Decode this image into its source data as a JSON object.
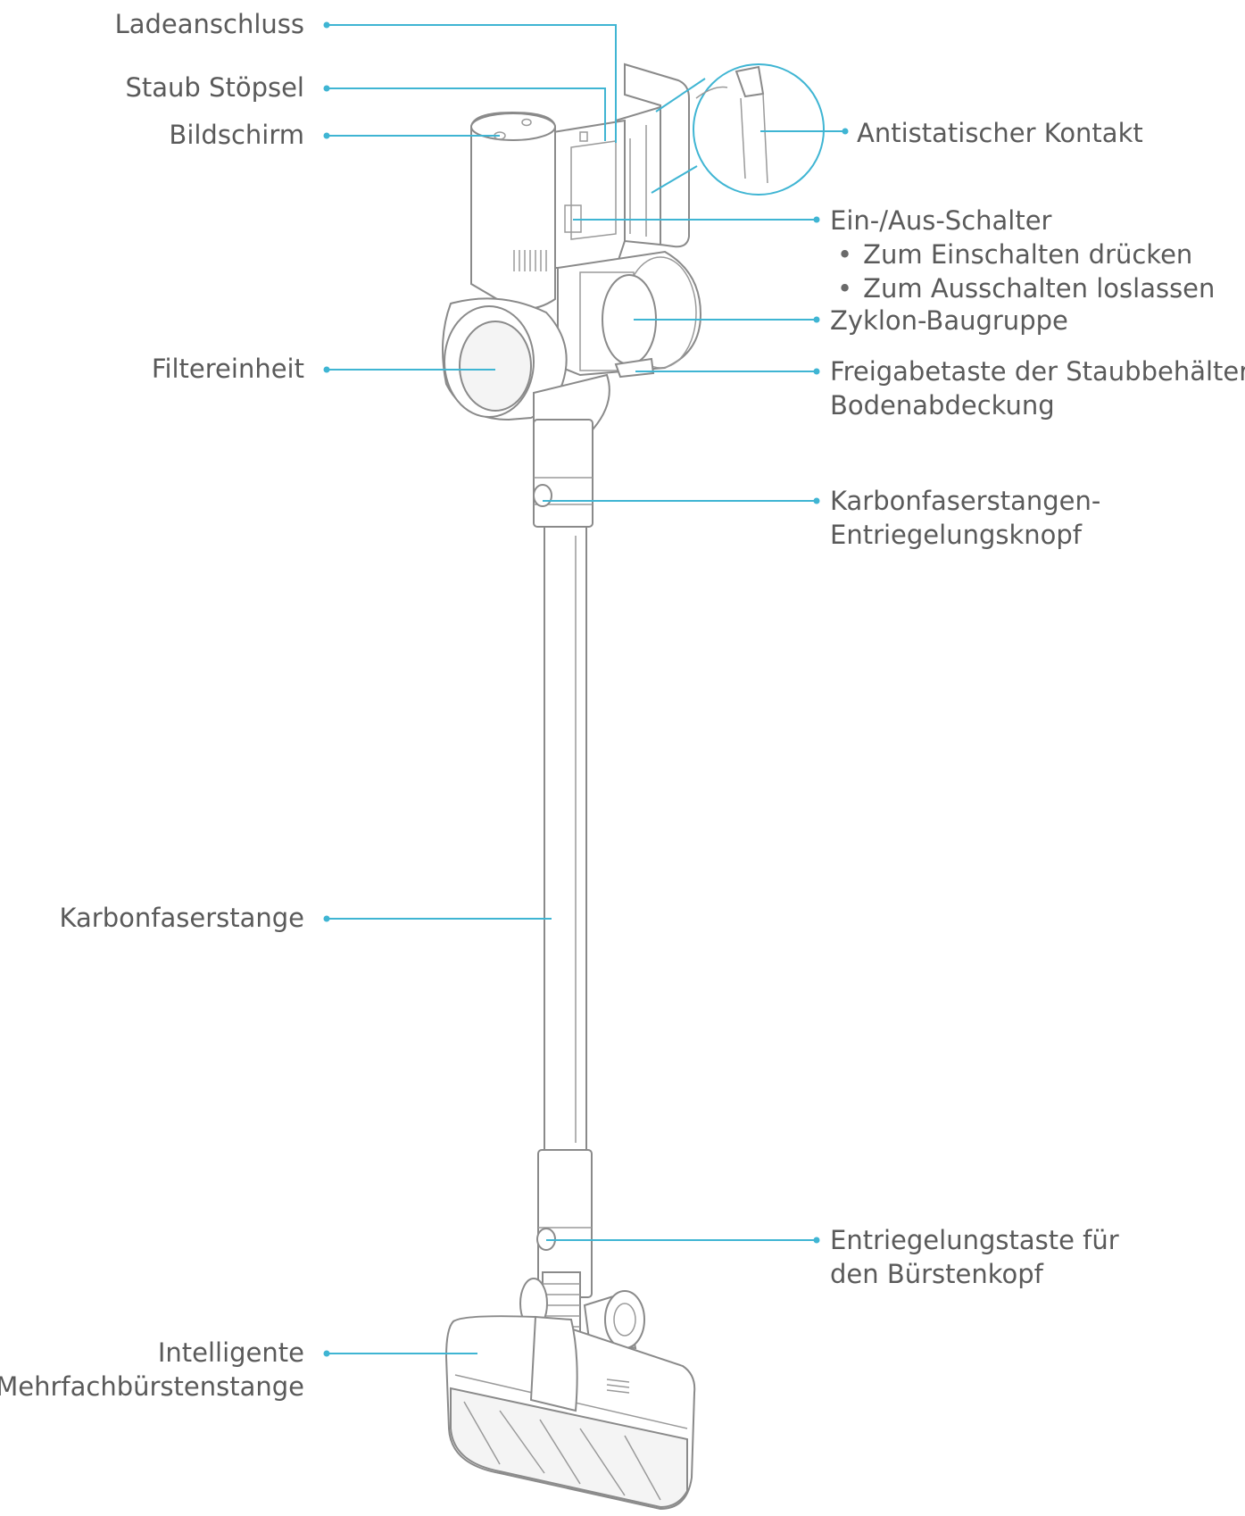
{
  "labels": {
    "charging_port": "Ladeanschluss",
    "dust_plug": "Staub Stöpsel",
    "display": "Bildschirm",
    "antistatic_contact": "Antistatischer Kontakt",
    "power_switch": "Ein-/Aus-Schalter",
    "power_switch_note_1": "Zum Einschalten drücken",
    "power_switch_note_2": "Zum Ausschalten loslassen",
    "cyclone_assembly": "Zyklon-Baugruppe",
    "filter_unit": "Filtereinheit",
    "dustbin_release_line1": "Freigabetaste der Staubbehälter-",
    "dustbin_release_line2": "Bodenabdeckung",
    "rod_release_line1": "Karbonfaserstangen-",
    "rod_release_line2": "Entriegelungsknopf",
    "carbon_rod": "Karbonfaserstange",
    "brush_release_line1": "Entriegelungstaste für",
    "brush_release_line2": "den Bürstenkopf",
    "brush_bar_line1": "Intelligente",
    "brush_bar_line2": "Mehrfachbürstenstange"
  },
  "colors": {
    "leader_line": "#3fb5d3",
    "label_text": "#5a5a5a",
    "outline": "#8a8a8a"
  }
}
